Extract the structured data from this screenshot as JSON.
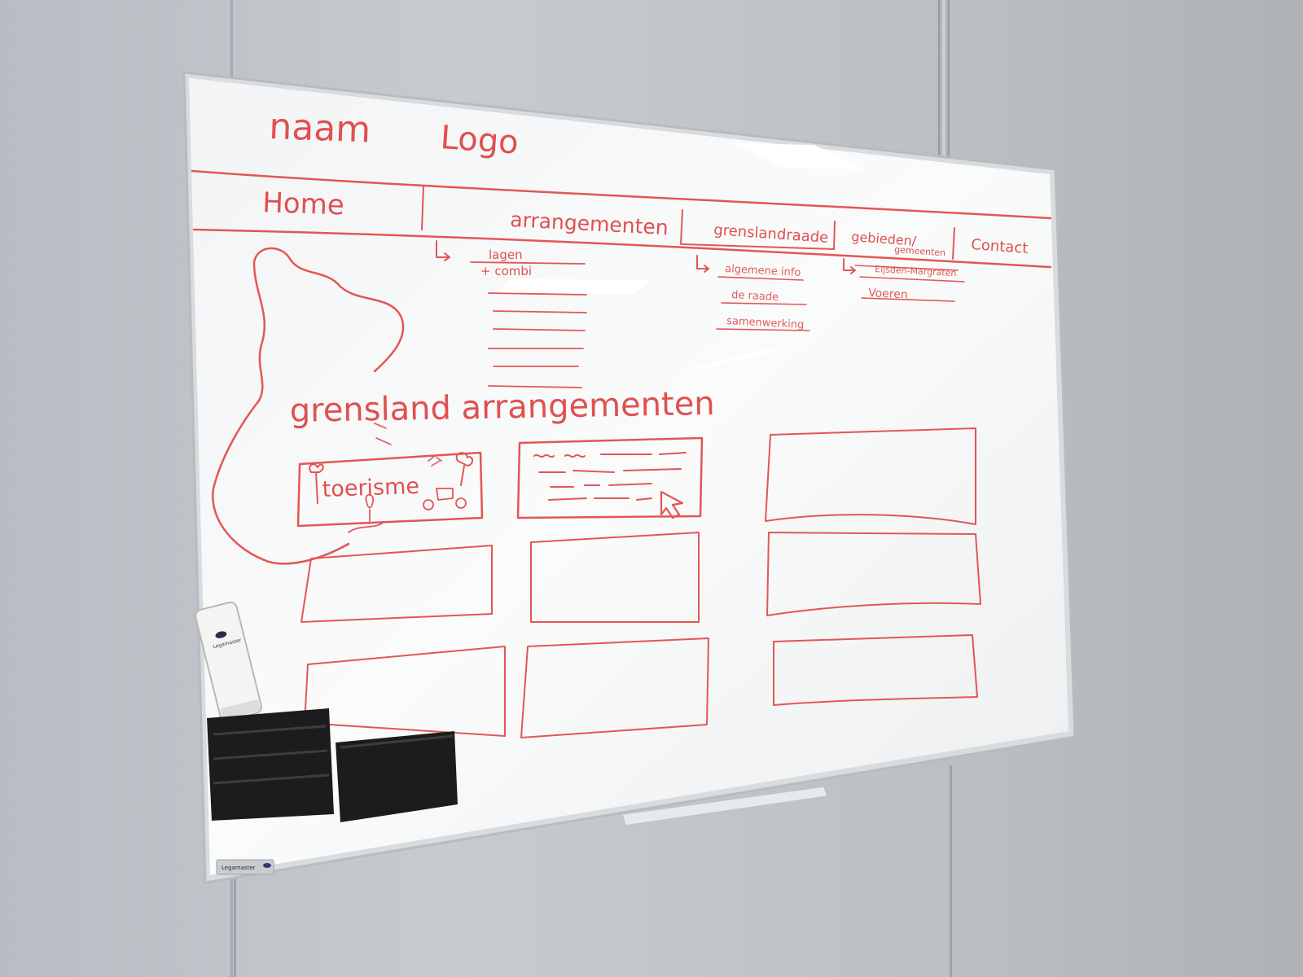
{
  "header": {
    "naam": "naam",
    "logo": "Logo"
  },
  "nav": {
    "items": [
      {
        "label": "Home"
      },
      {
        "label": "arrangementen"
      },
      {
        "label": "grenslandraade"
      },
      {
        "label": "gebieden/"
      },
      {
        "label": "Contact"
      }
    ],
    "items_sub_label": "gemeenten"
  },
  "submenus": {
    "arrangementen": [
      "lagen",
      "+ combi"
    ],
    "grenslandraade": [
      "algemene info",
      "de raade",
      "samenwerking"
    ],
    "gebieden": [
      "Eijsden-Margraten",
      "Voeren"
    ]
  },
  "section": {
    "title": "grensland arrangementen"
  },
  "cards": {
    "first_card_label": "toerisme"
  },
  "brand": {
    "eraser_label": "Legamaster",
    "board_label": "Legamaster"
  },
  "colors": {
    "marker": "#e35656",
    "board": "#f7f8f8",
    "wall": "#c3c7cc",
    "tray": "#1b1c1e"
  }
}
